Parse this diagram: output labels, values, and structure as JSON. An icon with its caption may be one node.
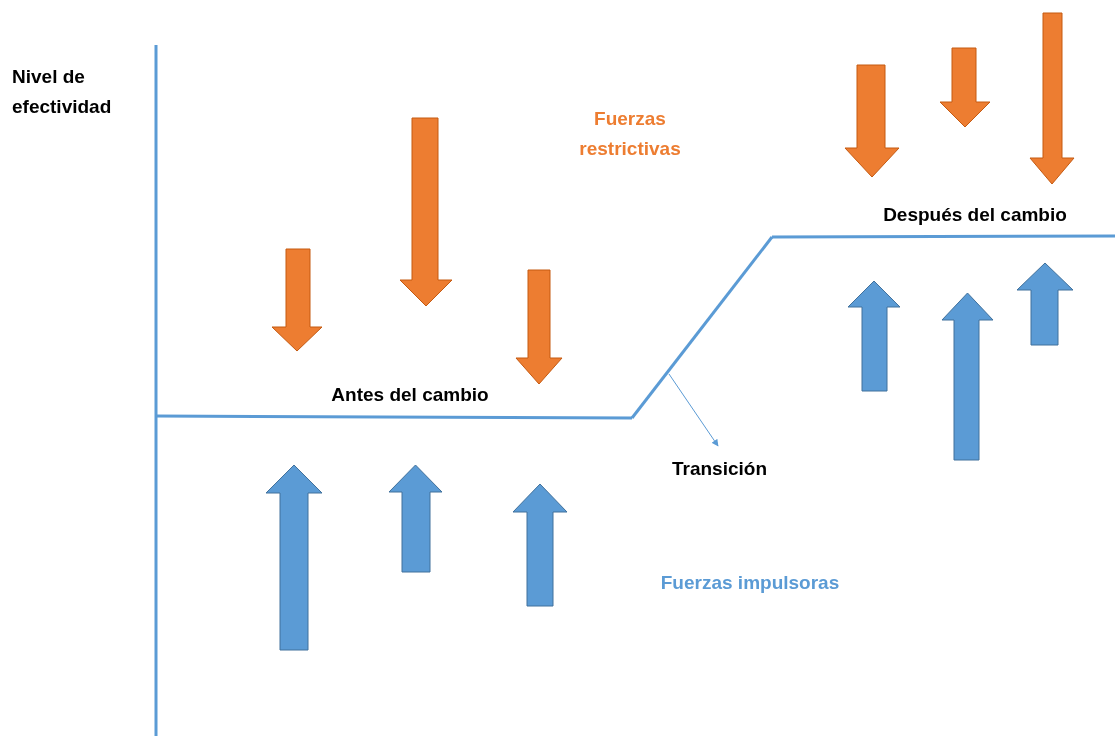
{
  "diagram": {
    "nodes": [
      {
        "text": [
          "Transición"
        ]
      },
      {
        "text": [],
        "shape": "line"
      }
    ],
    "edges": [
      {
        "from": 1,
        "to": 0,
        "arrow": "to"
      }
    ],
    "labels": [
      "Nivel de efectividad",
      "Fuerzas restrictivas",
      "Después del cambio",
      "Antes del cambio",
      "Fuerzas impulsoras"
    ]
  }
}
